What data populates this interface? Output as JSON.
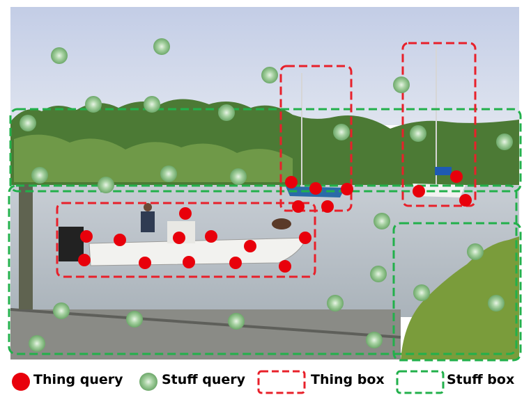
{
  "figure": {
    "queries": {
      "thing_color": "#e8000b",
      "stuff_color": "#9dc79a"
    },
    "boxes": {
      "thing_color": "#e8202a",
      "stuff_color": "#22b04b"
    }
  },
  "legend": {
    "thing_query_label": "Thing query",
    "stuff_query_label": "Stuff query",
    "thing_box_label": "Thing box",
    "stuff_box_label": "Stuff box"
  }
}
